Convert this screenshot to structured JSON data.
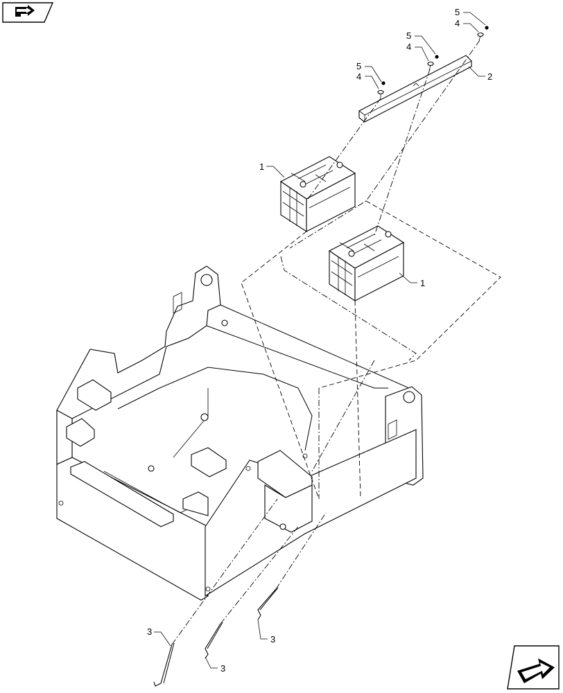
{
  "diagram": {
    "callouts": {
      "battery_upper": "1",
      "battery_lower": "1",
      "hold_down_bracket": "2",
      "rod_left": "3",
      "rod_middle": "3",
      "rod_right": "3",
      "washer_left": "4",
      "washer_middle": "4",
      "washer_right": "4",
      "nut_left": "5",
      "nut_middle": "5",
      "nut_right": "5"
    },
    "icons": {
      "top_left": "previous-page-arrow-icon",
      "bottom_right": "next-page-arrow-icon"
    }
  }
}
